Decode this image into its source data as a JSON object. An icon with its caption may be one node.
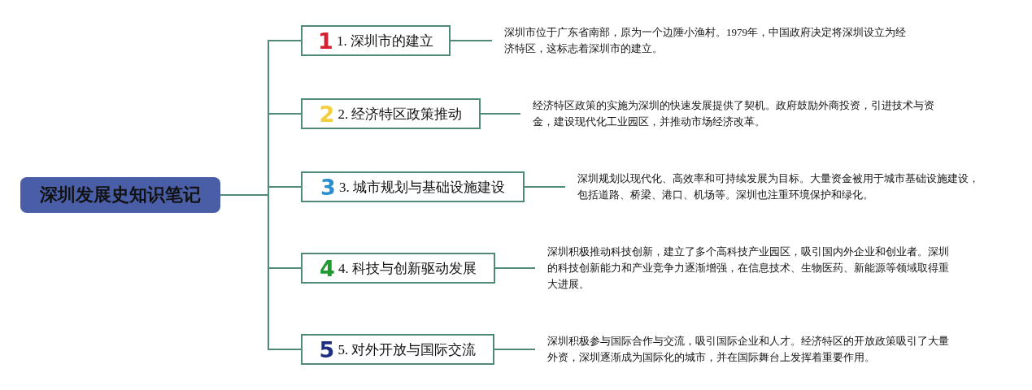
{
  "diagram": {
    "nodes": [
      {
        "text": [
          "深圳发展史知识笔记"
        ]
      },
      {
        "text": [
          "1",
          "1. 深圳市的建立"
        ]
      },
      {
        "text": [
          "2",
          "2. 经济特区政策推动"
        ]
      },
      {
        "text": [
          "3",
          "3. 城市规划与基础设施建设"
        ]
      },
      {
        "text": [
          "4",
          "4. 科技与创新驱动发展"
        ]
      },
      {
        "text": [
          "5",
          "5. 对外开放与国际交流"
        ]
      },
      {
        "text": [
          "深圳市位于广东省南部，原为一个边陲小渔村。1979年，中国政府决定将深圳设立为经济特区，这标志着深圳市的建立。"
        ]
      },
      {
        "text": [
          "经济特区政策的实施为深圳的快速发展提供了契机。政府鼓励外商投资，引进技术与资金，建设现代化工业园区，并推动市场经济改革。"
        ]
      },
      {
        "text": [
          "深圳规划以现代化、高效率和可持续发展为目标。大量资金被用于城市基础设施建设，包括道路、桥梁、港口、机场等。深圳也注重环境保护和绿化。"
        ]
      },
      {
        "text": [
          "深圳积极推动科技创新，建立了多个高科技产业园区，吸引国内外企业和创业者。深圳的科技创新能力和产业竞争力逐渐增强，在信息技术、生物医药、新能源等领域取得重大进展。"
        ]
      },
      {
        "text": [
          "深圳积极参与国际合作与交流，吸引国际企业和人才。经济特区的开放政策吸引了大量外资，深圳逐渐成为国际化的城市，并在国际舞台上发挥着重要作用。"
        ]
      }
    ],
    "edges": [
      {
        "from": 0,
        "to": 1,
        "arrow": "none"
      },
      {
        "from": 0,
        "to": 2,
        "arrow": "none"
      },
      {
        "from": 0,
        "to": 3,
        "arrow": "none"
      },
      {
        "from": 0,
        "to": 4,
        "arrow": "none"
      },
      {
        "from": 0,
        "to": 5,
        "arrow": "none"
      },
      {
        "from": 1,
        "to": 6,
        "arrow": "none"
      },
      {
        "from": 2,
        "to": 7,
        "arrow": "none"
      },
      {
        "from": 3,
        "to": 8,
        "arrow": "none"
      },
      {
        "from": 4,
        "to": 9,
        "arrow": "none"
      },
      {
        "from": 5,
        "to": 10,
        "arrow": "none"
      }
    ]
  }
}
